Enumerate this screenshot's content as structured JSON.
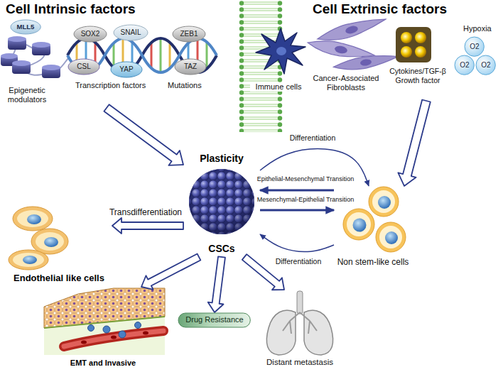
{
  "diagram": {
    "nodes": [
      {
        "text": [
          "Cell Intrinsic factors"
        ]
      },
      {
        "text": [
          "MLL5"
        ],
        "in": 0
      },
      {
        "text": [
          "SOX2"
        ],
        "in": 0
      },
      {
        "text": [
          "SNAIL"
        ],
        "in": 0
      },
      {
        "text": [
          "ZEB1"
        ],
        "in": 0
      },
      {
        "text": [
          "CSL"
        ],
        "in": 0
      },
      {
        "text": [
          "YAP"
        ],
        "in": 0
      },
      {
        "text": [
          "TAZ"
        ],
        "in": 0
      },
      {
        "text": [
          "Cell Extrinsic factors"
        ]
      },
      {
        "text": [
          "O2"
        ],
        "in": 8
      },
      {
        "text": [
          "O2"
        ],
        "in": 8
      },
      {
        "text": [
          "O2"
        ],
        "in": 8
      },
      {
        "text": [
          "Plasticity",
          "CSCs"
        ]
      },
      {
        "text": [
          "Non stem-like cells"
        ]
      },
      {
        "text": [
          "Endothelial like cells"
        ]
      },
      {
        "text": [
          "EMT and Invasive"
        ]
      },
      {
        "text": [
          "Drug Resistance"
        ]
      },
      {
        "text": [
          "Distant metastasis"
        ]
      }
    ],
    "edges": [
      {
        "from": 0,
        "to": 12,
        "arrow": "to"
      },
      {
        "from": 8,
        "to": 13,
        "arrow": "to"
      },
      {
        "from": 12,
        "to": 13,
        "label": "Differentiation",
        "arrow": "to"
      },
      {
        "from": 13,
        "to": 12,
        "label": "Epithelial-Mesenchymal Transition",
        "arrow": "to"
      },
      {
        "from": 12,
        "to": 13,
        "label": "Mesenchymal-Epithelial Transition",
        "arrow": "to"
      },
      {
        "from": 13,
        "to": 12,
        "label": "Differentiation",
        "arrow": "to"
      },
      {
        "from": 12,
        "to": 14,
        "label": "Transdifferentiation",
        "arrow": "to"
      },
      {
        "from": 12,
        "to": 15,
        "arrow": "to"
      },
      {
        "from": 12,
        "to": 16,
        "arrow": "to"
      },
      {
        "from": 12,
        "to": 17,
        "arrow": "to"
      }
    ],
    "labels": [
      "Epigenetic modulators",
      "Transcription factors",
      "Mutations",
      "Immune cells",
      "Cancer-Associated Fibroblasts",
      "Cytokines/TGF-β Growth factor",
      "Hypoxia"
    ]
  }
}
